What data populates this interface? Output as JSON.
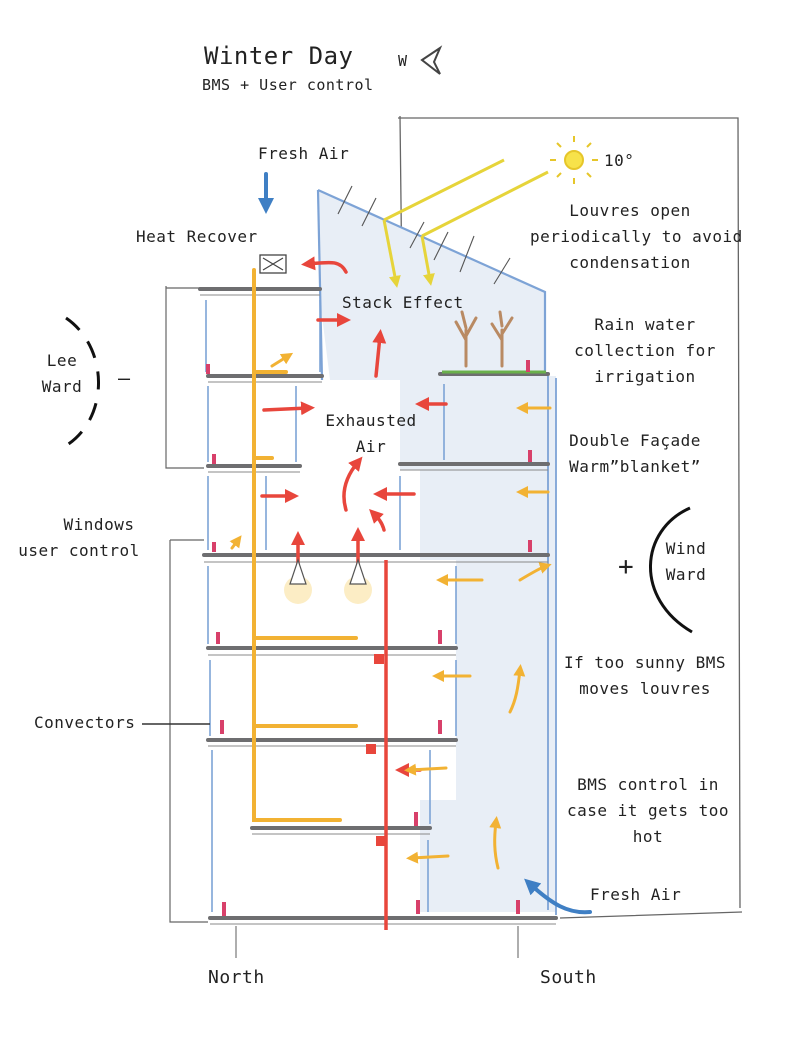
{
  "header": {
    "title": "Winter Day",
    "subtitle": "BMS + User control",
    "compass_letter": "W"
  },
  "labels": {
    "sun_angle": "10°",
    "fresh_air_top": "Fresh Air",
    "heat_recover": "Heat Recover",
    "stack_effect": "Stack Effect",
    "exhausted_air": [
      "Exhausted",
      "Air"
    ],
    "lee_ward": [
      "Lee",
      "Ward"
    ],
    "lee_sign": "–",
    "windows_user_control": [
      "Windows",
      "user control"
    ],
    "convectors": "Convectors",
    "louvres_note": [
      "Louvres open",
      "periodically to avoid",
      "condensation"
    ],
    "rain_water_note": [
      "Rain water",
      "collection for",
      "irrigation"
    ],
    "double_facade_note": [
      "Double Façade",
      "Warm”blanket”"
    ],
    "wind_ward": [
      "Wind",
      "Ward"
    ],
    "wind_sign": "+",
    "too_sunny_note": [
      "If too sunny BMS",
      "moves louvres"
    ],
    "bms_hot_note": [
      "BMS control in",
      "case it gets too",
      "hot"
    ],
    "fresh_air_bottom": "Fresh Air",
    "north": "North",
    "south": "South"
  },
  "colors": {
    "warm_air": "#e8463c",
    "supply_duct": "#f2b233",
    "sun_rays": "#f2e24a",
    "cold_air": "#3f7fc4",
    "atrium_fill": "#e8eef6",
    "floor_slab": "#6e6e70",
    "glazing": "#7da3d6",
    "convector": "#d8406a",
    "green_roof": "#6ab04c"
  }
}
